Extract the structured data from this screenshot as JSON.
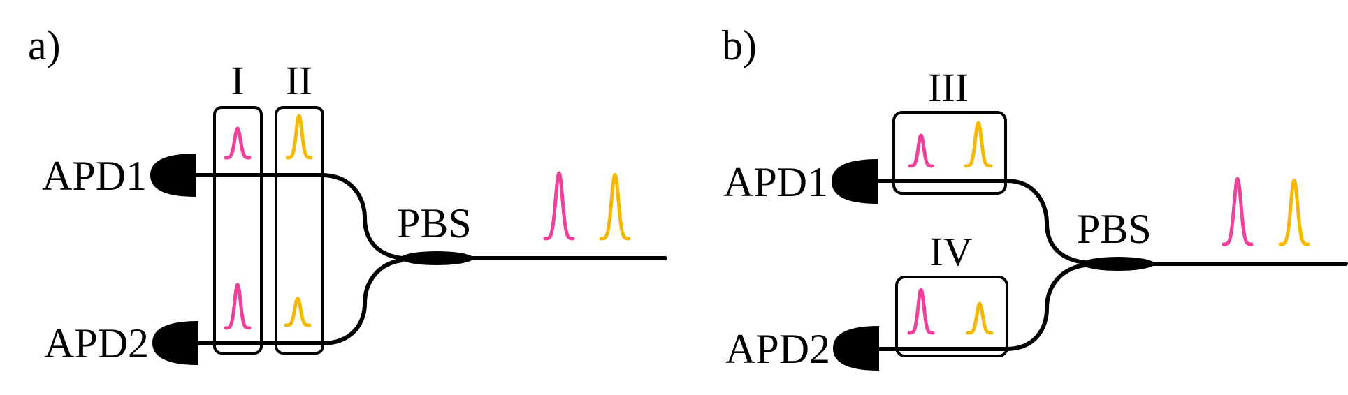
{
  "panels": {
    "a": {
      "label": "a)",
      "detector_top": "APD1",
      "detector_bottom": "APD2",
      "splitter": "PBS",
      "box_left": "I",
      "box_right": "II"
    },
    "b": {
      "label": "b)",
      "detector_top": "APD1",
      "detector_bottom": "APD2",
      "splitter": "PBS",
      "box_top": "III",
      "box_bottom": "IV"
    }
  },
  "colors": {
    "pulse_early": "#f0409a",
    "pulse_late": "#f5b800",
    "line": "#000000"
  }
}
